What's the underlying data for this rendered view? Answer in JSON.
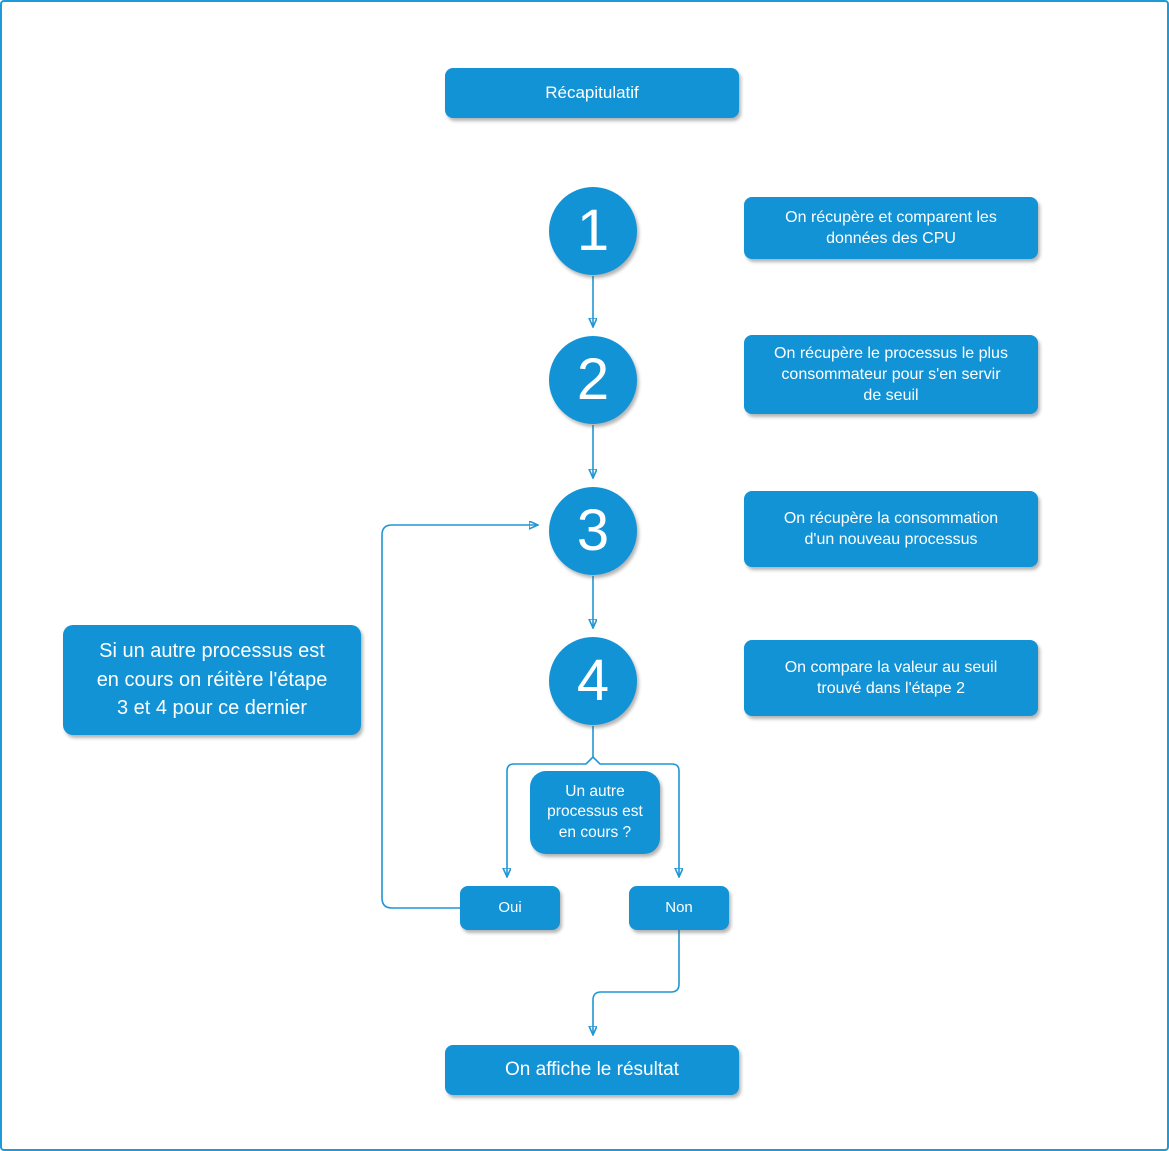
{
  "diagram": {
    "title": "Récapitulatif",
    "steps": [
      {
        "number": "1",
        "description": "On récupère et comparent les\ndonnées des CPU"
      },
      {
        "number": "2",
        "description": "On récupère le processus le plus\nconsommateur pour s'en servir\nde seuil"
      },
      {
        "number": "3",
        "description": "On récupère la consommation\nd'un nouveau processus"
      },
      {
        "number": "4",
        "description": "On compare la valeur au seuil\ntrouvé dans l'étape 2"
      }
    ],
    "loop_note": "Si un autre processus est\nen cours on réitère l'étape\n3 et 4 pour ce dernier",
    "decision": {
      "question": "Un autre\nprocessus est\nen cours ?",
      "yes_label": "Oui",
      "no_label": "Non"
    },
    "result": "On affiche le résultat",
    "colors": {
      "node_fill": "#1193d6",
      "connector": "#2196d4",
      "text": "#ffffff",
      "canvas_border": "#1e9ad8"
    }
  }
}
